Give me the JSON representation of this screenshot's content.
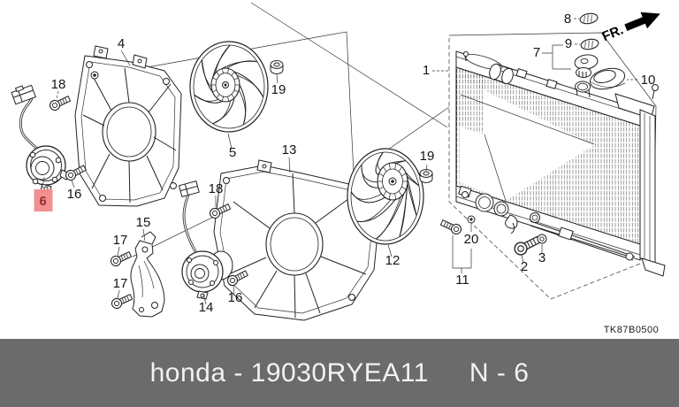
{
  "footer": {
    "catalog_line": "honda - 19030RYEA11",
    "ref_code": "N - 6"
  },
  "diagram": {
    "drawing_code": "TK87B0500",
    "front_marker": "FR.",
    "highlighted_part": "6",
    "highlight_color": "#f28f90",
    "highlight_text_color": "#9c2b33",
    "callouts": {
      "c1": "1",
      "c2": "2",
      "c3": "3",
      "c4": "4",
      "c5": "5",
      "c6": "6",
      "c7": "7",
      "c8": "8",
      "c9": "9",
      "c10": "10",
      "c11": "11",
      "c12": "12",
      "c13": "13",
      "c14": "14",
      "c15": "15",
      "c16a": "16",
      "c16b": "16",
      "c17a": "17",
      "c17b": "17",
      "c18a": "18",
      "c18b": "18",
      "c19a": "19",
      "c19b": "19",
      "c20": "20"
    }
  }
}
